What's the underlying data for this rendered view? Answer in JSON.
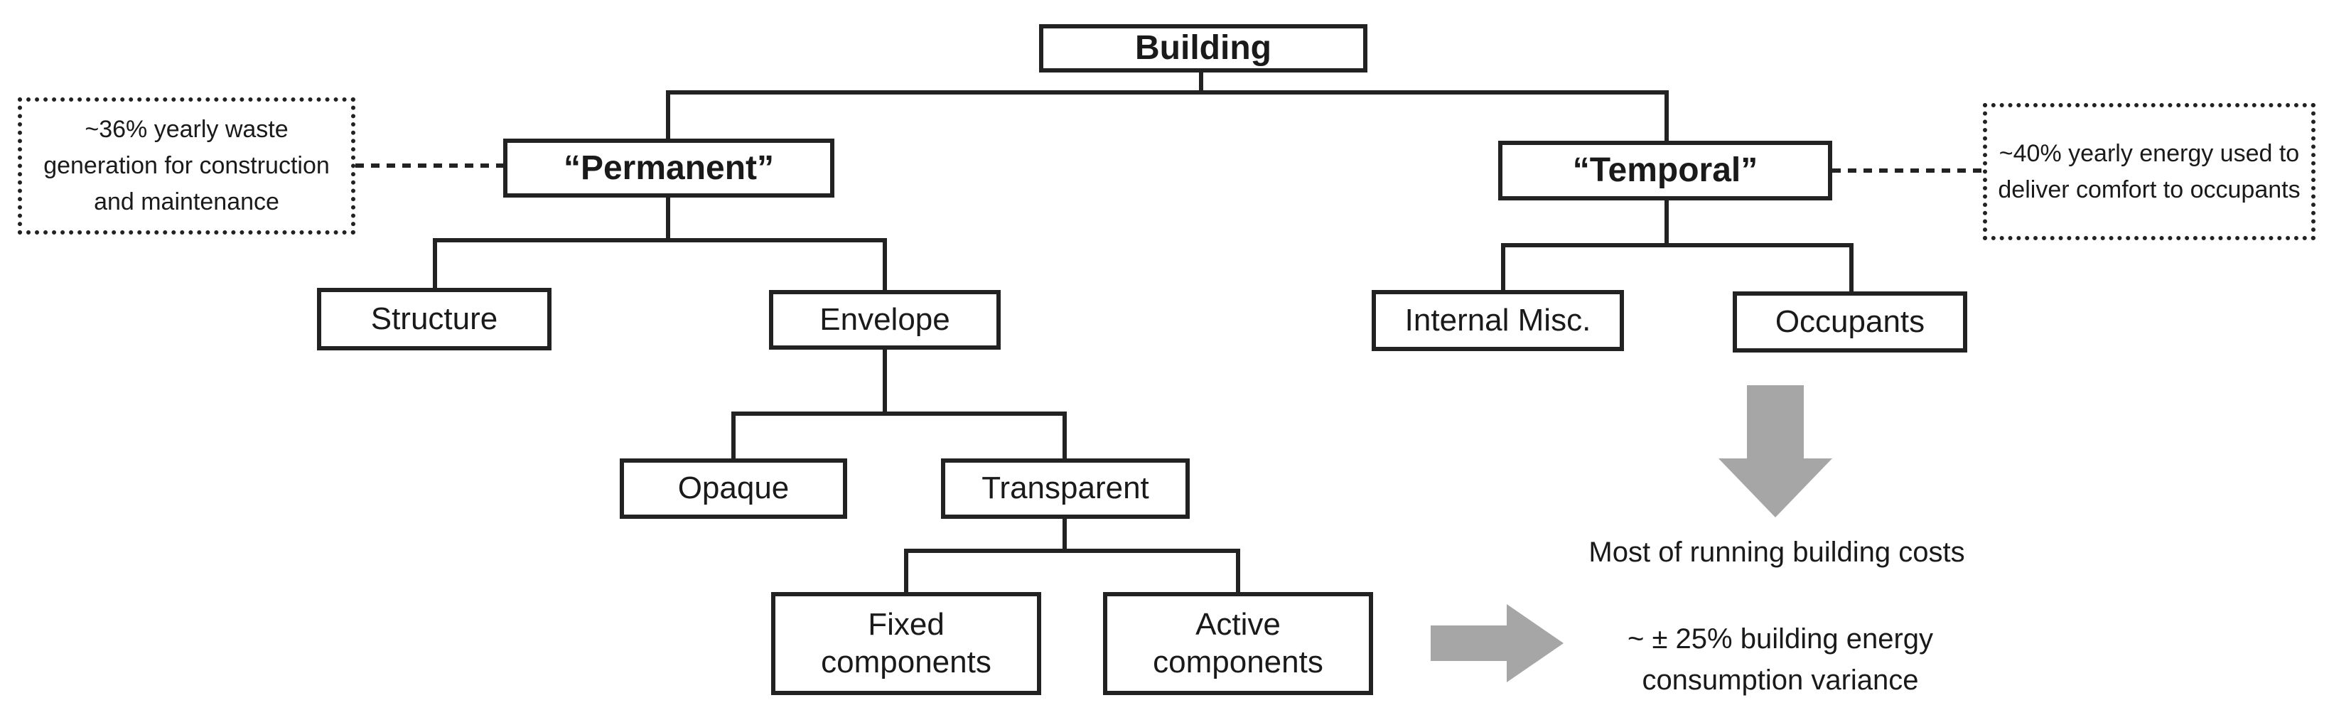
{
  "nodes": {
    "building": "Building",
    "permanent": "“Permanent”",
    "temporal": "“Temporal”",
    "structure": "Structure",
    "envelope": "Envelope",
    "internal_misc": "Internal Misc.",
    "occupants": "Occupants",
    "opaque": "Opaque",
    "transparent": "Transparent",
    "fixed_components": "Fixed components",
    "active_components": "Active components"
  },
  "notes": {
    "waste": "~36% yearly waste generation for construction and maintenance",
    "energy": "~40% yearly energy used to deliver comfort to occupants"
  },
  "captions": {
    "running_costs": "Most of running building costs",
    "variance": "~ ± 25% building energy consumption variance"
  },
  "colors": {
    "line": "#222222",
    "arrow": "#a6a6a6"
  }
}
